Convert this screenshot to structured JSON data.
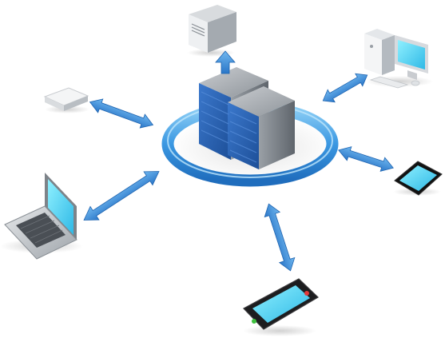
{
  "diagram": {
    "central_node": {
      "icon": "server-rack-icon"
    },
    "ring": {
      "icon": "ring-platform"
    },
    "devices": [
      {
        "name": "tower-server",
        "icon": "tower-server-icon",
        "arrow": "one-way-outward"
      },
      {
        "name": "desktop-computer",
        "icon": "desktop-computer-icon",
        "arrow": "two-way"
      },
      {
        "name": "tablet",
        "icon": "tablet-icon",
        "arrow": "two-way"
      },
      {
        "name": "smartphone",
        "icon": "smartphone-icon",
        "arrow": "two-way"
      },
      {
        "name": "laptop",
        "icon": "laptop-icon",
        "arrow": "two-way"
      },
      {
        "name": "router",
        "icon": "router-icon",
        "arrow": "two-way"
      }
    ],
    "colors": {
      "arrow": "#3f8fd8",
      "arrow_dark": "#1f64b0",
      "ring": "#4aa3e6",
      "server_front": "#2a64b6",
      "server_body": "#8e949b",
      "screen": "#5fd2f2",
      "device_body": "#9aa0a6",
      "dark_device": "#1c1c1e"
    }
  }
}
